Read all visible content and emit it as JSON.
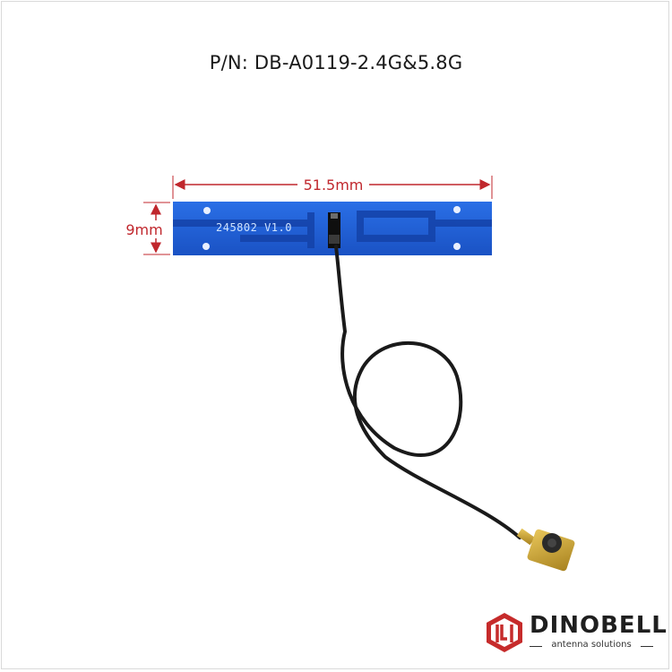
{
  "title": "P/N: DB-A0119-2.4G&5.8G",
  "dimensions": {
    "length_label": "51.5mm",
    "width_label": "9mm"
  },
  "pcb_marking": "245802 V1.0",
  "brand": {
    "name": "DINOBELL",
    "tagline": "antenna solutions"
  },
  "colors": {
    "pcb_blue": "#1e5fd8",
    "dimension_red": "#c0272d",
    "cable_black": "#1a1a1a",
    "connector_gold": "#c9a233",
    "logo_red": "#c62b2b"
  }
}
